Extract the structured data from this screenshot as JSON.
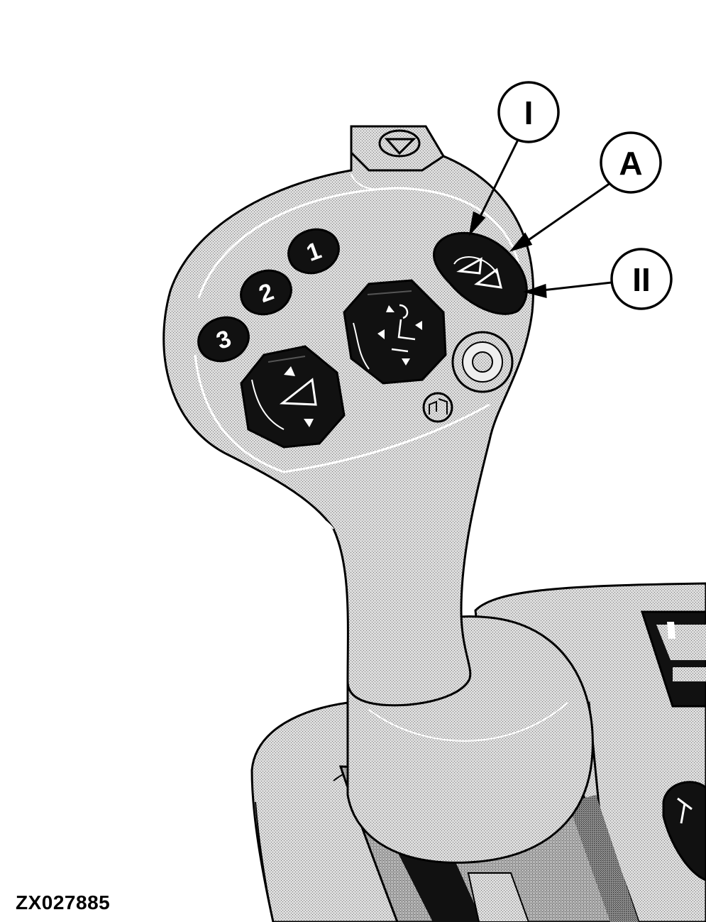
{
  "figure_code": "ZX027885",
  "callouts": {
    "I": "I",
    "A": "A",
    "II": "II"
  },
  "preset_buttons": {
    "b1": "1",
    "b2": "2",
    "b3": "3"
  },
  "colors": {
    "line": "#000000",
    "fill_light": "#d9d9d9",
    "fill_mid": "#b3b3b3",
    "fill_dark": "#8a8a8a",
    "button": "#111111",
    "background": "#ffffff"
  },
  "icons": [
    "shift-up-icon",
    "shift-down-icon",
    "hitch-control-icon",
    "speed-rocker-icon",
    "triangle-down-icon",
    "hitch-small-icon"
  ]
}
